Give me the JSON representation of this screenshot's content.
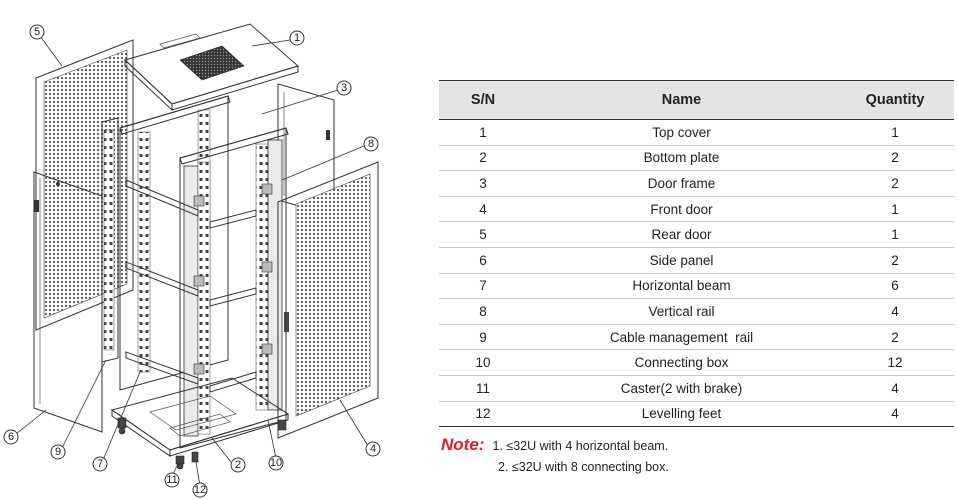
{
  "table": {
    "headers": {
      "sn": "S/N",
      "name": "Name",
      "quantity": "Quantity"
    },
    "rows": [
      {
        "sn": "1",
        "name": "Top cover",
        "quantity": "1"
      },
      {
        "sn": "2",
        "name": "Bottom plate",
        "quantity": "2"
      },
      {
        "sn": "3",
        "name": "Door frame",
        "quantity": "2"
      },
      {
        "sn": "4",
        "name": "Front door",
        "quantity": "1"
      },
      {
        "sn": "5",
        "name": "Rear door",
        "quantity": "1"
      },
      {
        "sn": "6",
        "name": "Side panel",
        "quantity": "2"
      },
      {
        "sn": "7",
        "name": "Horizontal beam",
        "quantity": "6"
      },
      {
        "sn": "8",
        "name": "Vertical rail",
        "quantity": "4"
      },
      {
        "sn": "9",
        "name": "Cable management  rail",
        "quantity": "2"
      },
      {
        "sn": "10",
        "name": "Connecting box",
        "quantity": "12"
      },
      {
        "sn": "11",
        "name": "Caster(2 with brake)",
        "quantity": "4"
      },
      {
        "sn": "12",
        "name": "Levelling feet",
        "quantity": "4"
      }
    ]
  },
  "note": {
    "label": "Note:",
    "lines": [
      "1. ≤32U with 4 horizontal beam.",
      "2. ≤32U with 8 connecting box."
    ]
  },
  "diagram": {
    "callouts": [
      "1",
      "2",
      "3",
      "4",
      "5",
      "6",
      "7",
      "8",
      "9",
      "10",
      "11",
      "12"
    ]
  }
}
